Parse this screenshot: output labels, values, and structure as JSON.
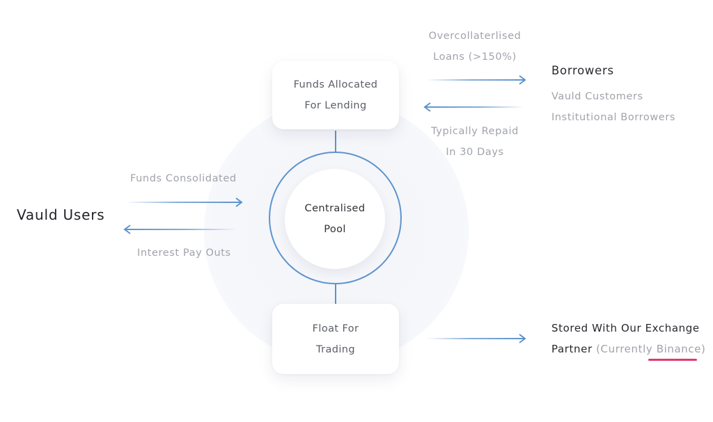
{
  "users": {
    "label": "Vauld Users"
  },
  "flows": {
    "consolidated": "Funds Consolidated",
    "payouts": "Interest Pay Outs",
    "loans_line1": "Overcollaterlised",
    "loans_line2": "Loans (>150%)",
    "repaid_line1": "Typically Repaid",
    "repaid_line2": "In 30 Days"
  },
  "nodes": {
    "lending_line1": "Funds Allocated",
    "lending_line2": "For Lending",
    "pool_line1": "Centralised",
    "pool_line2": "Pool",
    "trading_line1": "Float For",
    "trading_line2": "Trading"
  },
  "borrowers": {
    "title": "Borrowers",
    "item1": "Vauld Customers",
    "item2": "Institutional Borrowers"
  },
  "exchange": {
    "line1": "Stored With Our Exchange",
    "line2_prefix": "Partner",
    "line2_paren_open": "(Currently ",
    "line2_highlight": "Binance",
    "line2_paren_close": ")"
  },
  "colors": {
    "accent_blue": "#5e93cc",
    "highlight_pink": "#e03a6d",
    "muted_text": "#a0a3aa"
  }
}
